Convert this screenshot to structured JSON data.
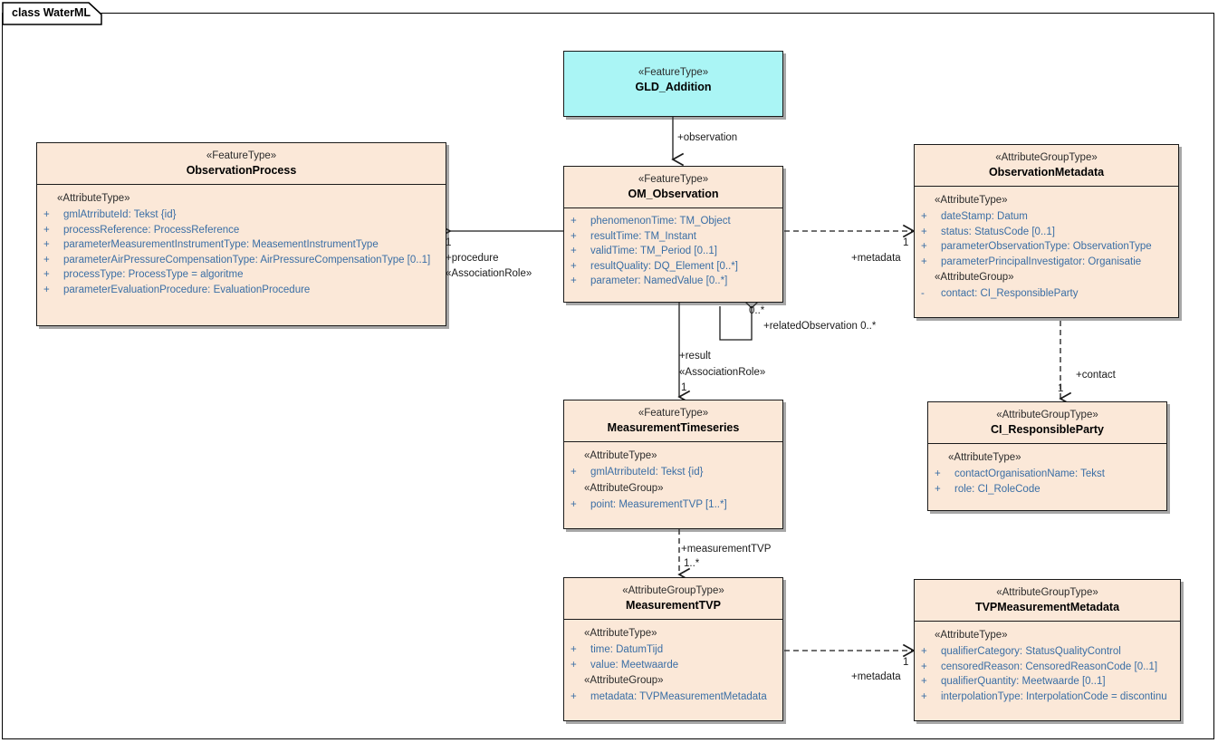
{
  "diagram": {
    "tab_label": "class WaterML",
    "colors": {
      "class_fill": "#fbe8d8",
      "highlight_fill": "#aaf5f5",
      "border": "#1a1a1a",
      "attribute_text": "#3a6ea5",
      "stereotype_text": "#2b2b2b"
    }
  },
  "classes": {
    "gld_addition": {
      "stereotype": "«FeatureType»",
      "name": "GLD_Addition",
      "groups": []
    },
    "observation_process": {
      "stereotype": "«FeatureType»",
      "name": "ObservationProcess",
      "groups": [
        {
          "label": "«AttributeType»",
          "attributes": [
            {
              "vis": "+",
              "text": "gmlAtrributeId: Tekst {id}"
            },
            {
              "vis": "+",
              "text": "processReference: ProcessReference"
            },
            {
              "vis": "+",
              "text": "parameterMeasurementInstrumentType: MeasementInstrumentType"
            },
            {
              "vis": "+",
              "text": "parameterAirPressureCompensationType: AirPressureCompensationType [0..1]"
            },
            {
              "vis": "+",
              "text": "processType: ProcessType = algoritme"
            },
            {
              "vis": "+",
              "text": "parameterEvaluationProcedure: EvaluationProcedure"
            }
          ]
        }
      ]
    },
    "om_observation": {
      "stereotype": "«FeatureType»",
      "name": "OM_Observation",
      "groups": [
        {
          "label": "",
          "attributes": [
            {
              "vis": "+",
              "text": "phenomenonTime: TM_Object"
            },
            {
              "vis": "+",
              "text": "resultTime: TM_Instant"
            },
            {
              "vis": "+",
              "text": "validTime: TM_Period [0..1]"
            },
            {
              "vis": "+",
              "text": "resultQuality: DQ_Element [0..*]"
            },
            {
              "vis": "+",
              "text": "parameter: NamedValue [0..*]"
            }
          ]
        }
      ]
    },
    "observation_metadata": {
      "stereotype": "«AttributeGroupType»",
      "name": "ObservationMetadata",
      "groups": [
        {
          "label": "«AttributeType»",
          "attributes": [
            {
              "vis": "+",
              "text": "dateStamp: Datum"
            },
            {
              "vis": "+",
              "text": "status: StatusCode [0..1]"
            },
            {
              "vis": "+",
              "text": "parameterObservationType: ObservationType"
            },
            {
              "vis": "+",
              "text": "parameterPrincipalInvestigator: Organisatie"
            }
          ]
        },
        {
          "label": "«AttributeGroup»",
          "attributes": [
            {
              "vis": "-",
              "text": "contact: CI_ResponsibleParty"
            }
          ]
        }
      ]
    },
    "measurement_timeseries": {
      "stereotype": "«FeatureType»",
      "name": "MeasurementTimeseries",
      "groups": [
        {
          "label": "«AttributeType»",
          "attributes": [
            {
              "vis": "+",
              "text": "gmlAtrributeId: Tekst {id}"
            }
          ]
        },
        {
          "label": "«AttributeGroup»",
          "attributes": [
            {
              "vis": "+",
              "text": "point: MeasurementTVP [1..*]"
            }
          ]
        }
      ]
    },
    "ci_responsible_party": {
      "stereotype": "«AttributeGroupType»",
      "name": "CI_ResponsibleParty",
      "groups": [
        {
          "label": "«AttributeType»",
          "attributes": [
            {
              "vis": "+",
              "text": "contactOrganisationName: Tekst"
            },
            {
              "vis": "+",
              "text": "role: CI_RoleCode"
            }
          ]
        }
      ]
    },
    "measurement_tvp": {
      "stereotype": "«AttributeGroupType»",
      "name": "MeasurementTVP",
      "groups": [
        {
          "label": "«AttributeType»",
          "attributes": [
            {
              "vis": "+",
              "text": "time: DatumTijd"
            },
            {
              "vis": "+",
              "text": "value: Meetwaarde"
            }
          ]
        },
        {
          "label": "«AttributeGroup»",
          "attributes": [
            {
              "vis": "+",
              "text": "metadata: TVPMeasurementMetadata"
            }
          ]
        }
      ]
    },
    "tvp_measurement_metadata": {
      "stereotype": "«AttributeGroupType»",
      "name": "TVPMeasurementMetadata",
      "groups": [
        {
          "label": "«AttributeType»",
          "attributes": [
            {
              "vis": "+",
              "text": "qualifierCategory: StatusQualityControl"
            },
            {
              "vis": "+",
              "text": "censoredReason: CensoredReasonCode [0..1]"
            },
            {
              "vis": "+",
              "text": "qualifierQuantity: Meetwaarde [0..1]"
            },
            {
              "vis": "+",
              "text": "interpolationType: InterpolationCode = discontinu"
            }
          ]
        }
      ]
    }
  },
  "connectors": {
    "observation": {
      "role": "+observation"
    },
    "procedure": {
      "mult": "1",
      "role": "+procedure",
      "stereotype": "«AssociationRole»"
    },
    "metadata_top": {
      "mult": "1",
      "role": "+metadata"
    },
    "related_observation": {
      "mult": "0..*",
      "role": "+relatedObservation 0..*"
    },
    "result": {
      "role": "+result",
      "stereotype": "«AssociationRole»",
      "mult": "1"
    },
    "contact": {
      "role": "+contact",
      "mult": "1"
    },
    "measurement_tvp": {
      "role": "+measurementTVP",
      "mult": "1..*"
    },
    "metadata_bottom": {
      "mult": "1",
      "role": "+metadata"
    }
  }
}
